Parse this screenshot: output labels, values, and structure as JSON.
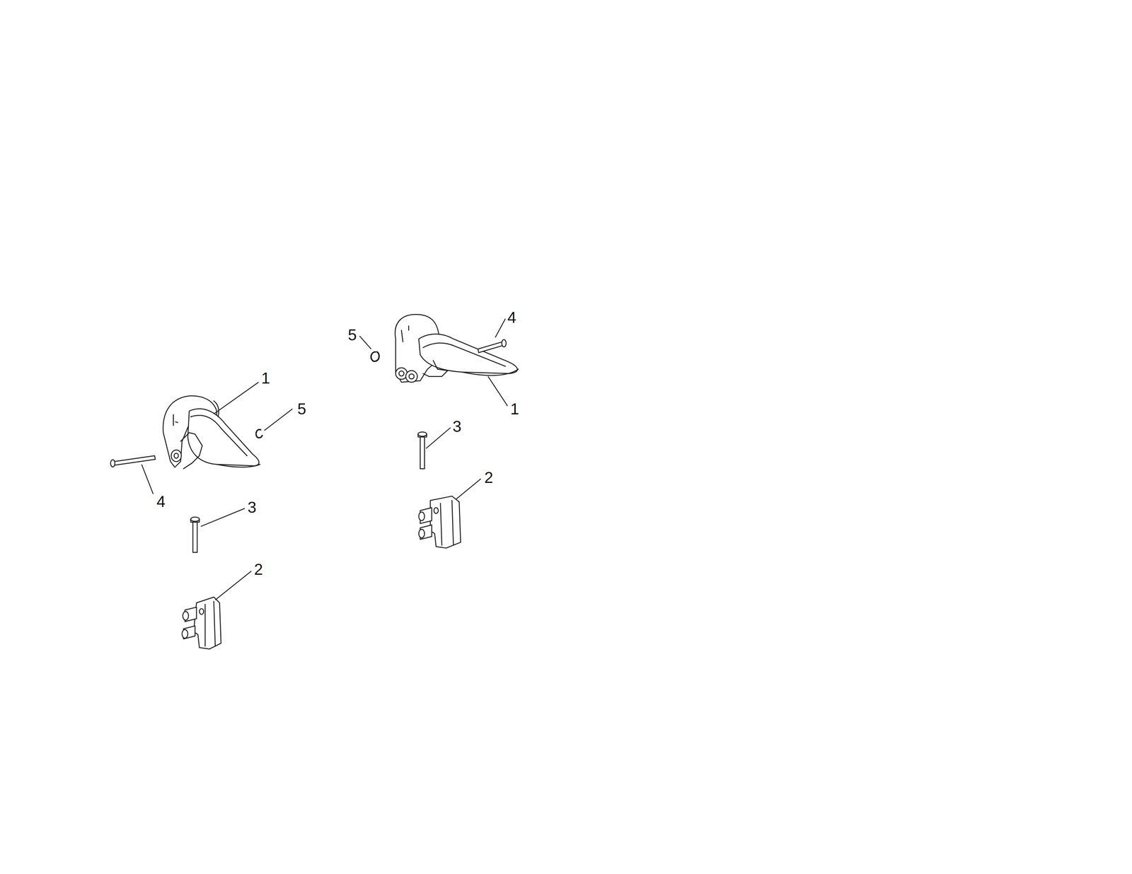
{
  "diagram": {
    "labels": [
      "1",
      "5",
      "4",
      "3",
      "2",
      "5",
      "4",
      "1",
      "3",
      "2"
    ]
  }
}
